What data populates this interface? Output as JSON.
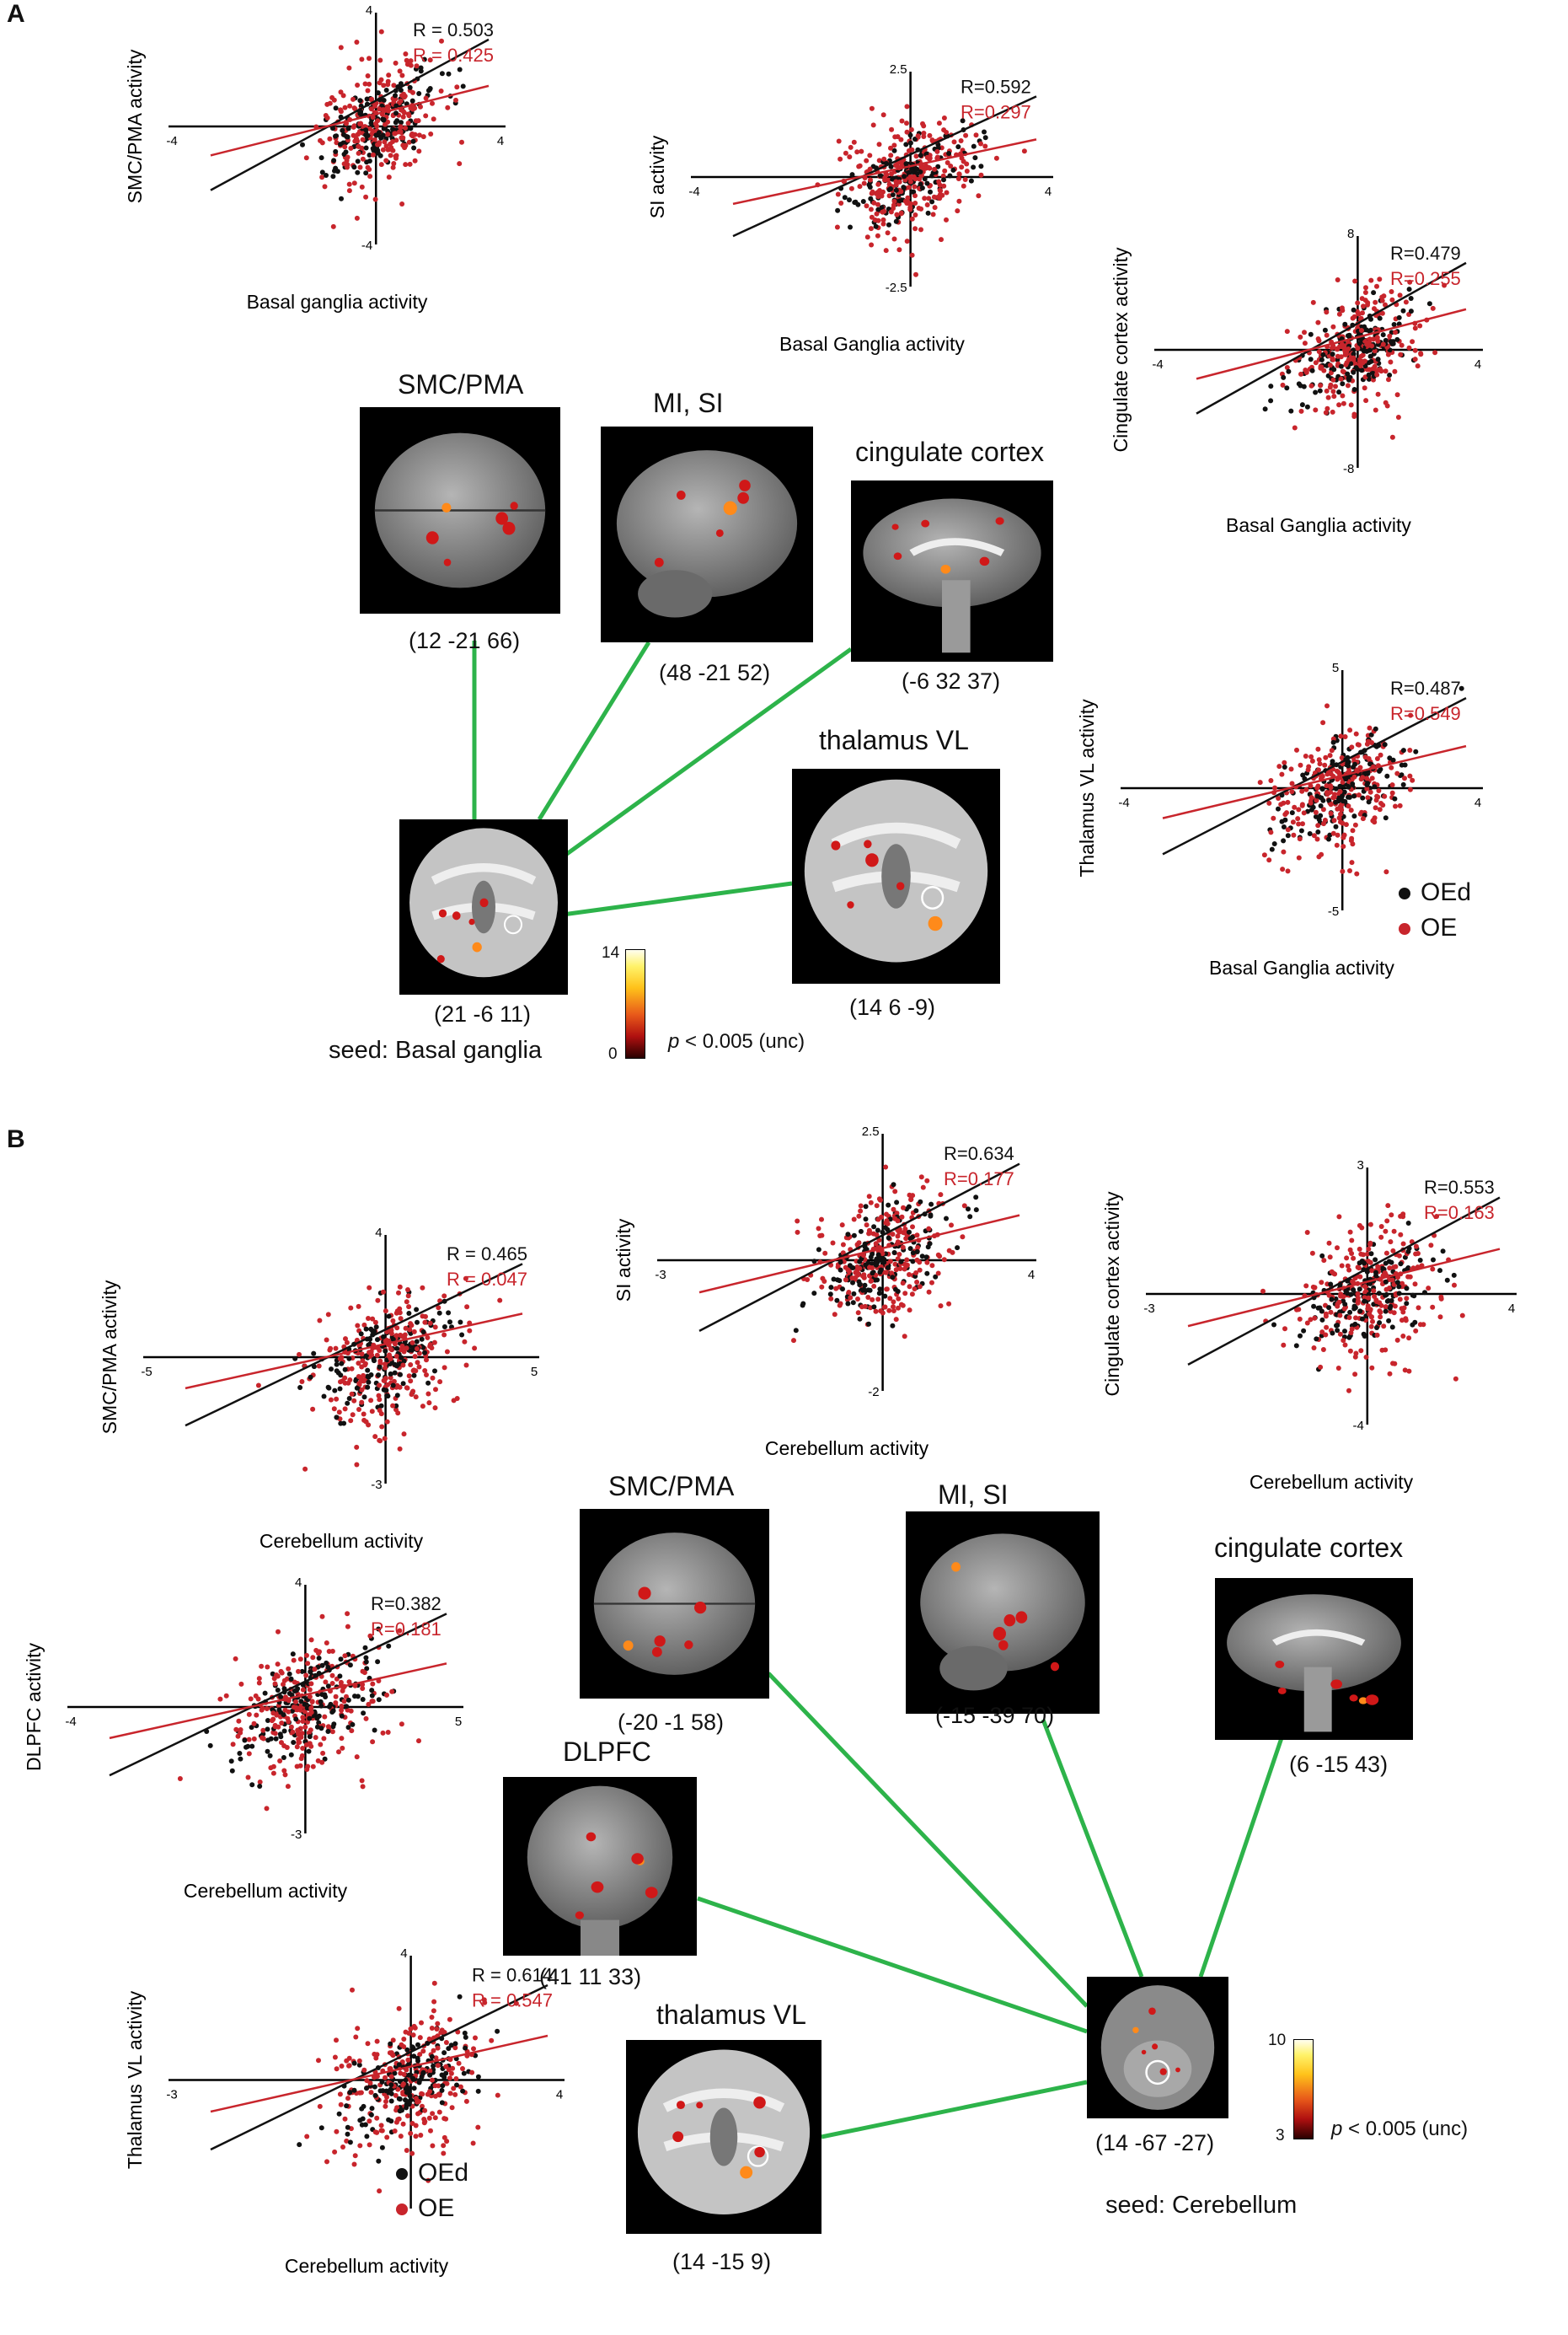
{
  "panels": {
    "A": {
      "label": "A",
      "plots": [
        {
          "id": "a-smc",
          "xlabel": "Basal ganglia activity",
          "ylabel": "SMC/PMA activity",
          "xmin_label": "-4",
          "xmax_label": "4",
          "ymax_label": "4",
          "ymin_label": "-4",
          "r_black": "R = 0.503",
          "r_red": "R = 0.425",
          "seed": 11
        },
        {
          "id": "a-si",
          "xlabel": "Basal Ganglia activity",
          "ylabel": "SI activity",
          "xmin_label": "-4",
          "xmax_label": "4",
          "ymax_label": "2.5",
          "ymin_label": "-2.5",
          "r_black": "R=0.592",
          "r_red": "R=0.297",
          "seed": 23
        },
        {
          "id": "a-cing",
          "xlabel": "Basal Ganglia activity",
          "ylabel": "Cingulate cortex activity",
          "xmin_label": "-4",
          "xmax_label": "4",
          "ymax_label": "8",
          "ymin_label": "-8",
          "r_black": "R=0.479",
          "r_red": "R=0.255",
          "seed": 37
        },
        {
          "id": "a-thal",
          "xlabel": "Basal Ganglia activity",
          "ylabel": "Thalamus VL activity",
          "xmin_label": "-4",
          "xmax_label": "4",
          "ymax_label": "5",
          "ymin_label": "-5",
          "r_black": "R=0.487",
          "r_red": "R=0.549",
          "seed": 41
        }
      ],
      "regions": [
        {
          "id": "a-smc-brain",
          "title": "SMC/PMA",
          "coord": "(12 -21 66)"
        },
        {
          "id": "a-mi-brain",
          "title": "MI, SI",
          "coord": "(48 -21 52)"
        },
        {
          "id": "a-cing-brain",
          "title": "cingulate cortex",
          "coord": "(-6 32 37)"
        },
        {
          "id": "a-thal-brain",
          "title": "thalamus VL",
          "coord": "(14 6 -9)"
        },
        {
          "id": "a-seed-brain",
          "title": "",
          "coord": "(21 -6 11)"
        }
      ],
      "seed_label": "seed: Basal ganglia",
      "colorbar": {
        "max": "14",
        "min": "0"
      },
      "pvalue": {
        "p": "p",
        "rest": " < 0.005 (unc)"
      },
      "legend": {
        "black": "OEd",
        "red": "OE"
      }
    },
    "B": {
      "label": "B",
      "plots": [
        {
          "id": "b-smc",
          "xlabel": "Cerebellum activity",
          "ylabel": "SMC/PMA activity",
          "xmin_label": "-5",
          "xmax_label": "5",
          "ymax_label": "4",
          "ymin_label": "-3",
          "r_black": "R = 0.465",
          "r_red": "R = 0.047",
          "seed": 53
        },
        {
          "id": "b-si",
          "xlabel": "Cerebellum activity",
          "ylabel": "SI activity",
          "xmin_label": "-3",
          "xmax_label": "4",
          "ymax_label": "2.5",
          "ymin_label": "-2",
          "r_black": "R=0.634",
          "r_red": "R=0.177",
          "seed": 61
        },
        {
          "id": "b-cing",
          "xlabel": "Cerebellum activity",
          "ylabel": "Cingulate cortex activity",
          "xmin_label": "-3",
          "xmax_label": "4",
          "ymax_label": "3",
          "ymin_label": "-4",
          "r_black": "R=0.553",
          "r_red": "R=0.163",
          "seed": 71
        },
        {
          "id": "b-dlpfc",
          "xlabel": "Cerebellum activity",
          "ylabel": "DLPFC activity",
          "xmin_label": "-4",
          "xmax_label": "5",
          "ymax_label": "4",
          "ymin_label": "-3",
          "r_black": "R=0.382",
          "r_red": "R=0.181",
          "seed": 83
        },
        {
          "id": "b-thal",
          "xlabel": "Cerebellum activity",
          "ylabel": "Thalamus VL activity",
          "xmin_label": "-3",
          "xmax_label": "4",
          "ymax_label": "4",
          "ymin_label": "-3",
          "r_black": "R = 0.614",
          "r_red": "R = 0.547",
          "seed": 97
        }
      ],
      "regions": [
        {
          "id": "b-smc-brain",
          "title": "SMC/PMA",
          "coord": "(-20 -1 58)"
        },
        {
          "id": "b-mi-brain",
          "title": "MI, SI",
          "coord": "(-15 -39 70)"
        },
        {
          "id": "b-cing-brain",
          "title": "cingulate cortex",
          "coord": "(6 -15 43)"
        },
        {
          "id": "b-dlpfc-brain",
          "title": "DLPFC",
          "coord": "(41 11 33)"
        },
        {
          "id": "b-thal-brain",
          "title": "thalamus VL",
          "coord": "(14 -15 9)"
        },
        {
          "id": "b-seed-brain",
          "title": "",
          "coord": "(14 -67 -27)"
        }
      ],
      "seed_label": "seed: Cerebellum",
      "colorbar": {
        "max": "10",
        "min": "3"
      },
      "pvalue": {
        "p": "p",
        "rest": " < 0.005 (unc)"
      },
      "legend": {
        "black": "OEd",
        "red": "OE"
      }
    }
  },
  "colors": {
    "black_series": "#111111",
    "red_series": "#c8252c",
    "connector": "#2db34a"
  }
}
